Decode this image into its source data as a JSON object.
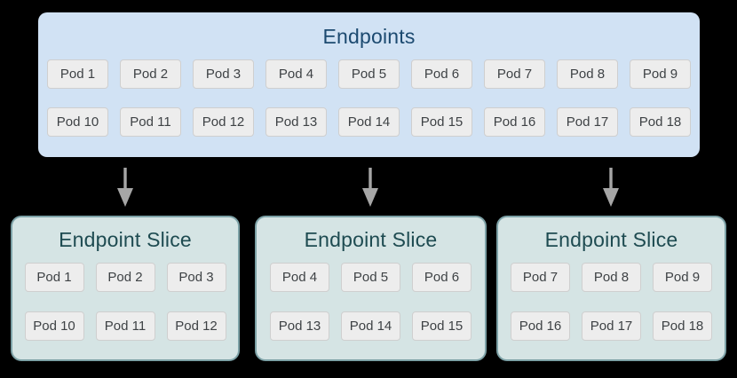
{
  "endpoints": {
    "title": "Endpoints",
    "pods_row1": [
      "Pod 1",
      "Pod 2",
      "Pod 3",
      "Pod 4",
      "Pod 5",
      "Pod 6",
      "Pod 7",
      "Pod 8",
      "Pod 9"
    ],
    "pods_row2": [
      "Pod 10",
      "Pod 11",
      "Pod 12",
      "Pod 13",
      "Pod 14",
      "Pod 15",
      "Pod 16",
      "Pod 17",
      "Pod 18"
    ]
  },
  "slices": [
    {
      "title": "Endpoint Slice",
      "pods_row1": [
        "Pod 1",
        "Pod 2",
        "Pod 3"
      ],
      "pods_row2": [
        "Pod 10",
        "Pod 11",
        "Pod 12"
      ]
    },
    {
      "title": "Endpoint Slice",
      "pods_row1": [
        "Pod 4",
        "Pod 5",
        "Pod 6"
      ],
      "pods_row2": [
        "Pod 13",
        "Pod 14",
        "Pod 15"
      ]
    },
    {
      "title": "Endpoint Slice",
      "pods_row1": [
        "Pod 7",
        "Pod 8",
        "Pod 9"
      ],
      "pods_row2": [
        "Pod 16",
        "Pod 17",
        "Pod 18"
      ]
    }
  ],
  "colors": {
    "canvas_bg": "#000000",
    "endpoints_bg": "#d1e2f4",
    "endpoints_title": "#1c4a70",
    "slice_bg": "#d5e4e4",
    "slice_border": "#7ca1a6",
    "slice_title": "#1e4b51",
    "pod_bg": "#ededed",
    "pod_border": "#cfcfcf",
    "pod_text": "#3e4245",
    "arrow": "#a6a6a6"
  }
}
